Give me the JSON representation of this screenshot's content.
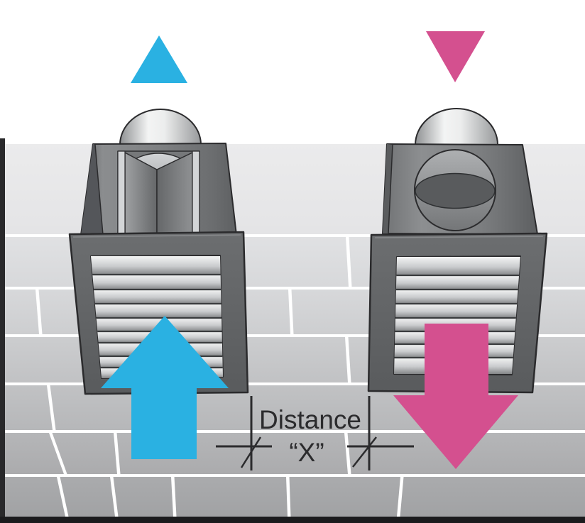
{
  "diagram": {
    "title": "vent installation distance diagram",
    "labels": {
      "distance_line1": "Distance",
      "distance_line2": "“X”"
    },
    "colors": {
      "intake_accent": "#2AB1E2",
      "exhaust_accent": "#D4508F",
      "line_color": "#2B2B2D",
      "frame_gray": "#626466",
      "wall_band": "#E9E9EA",
      "mortar_white": "#FFFFFF",
      "sky_white": "#FFFFFF"
    },
    "markers": {
      "intake_direction": "up",
      "exhaust_direction": "down"
    }
  }
}
